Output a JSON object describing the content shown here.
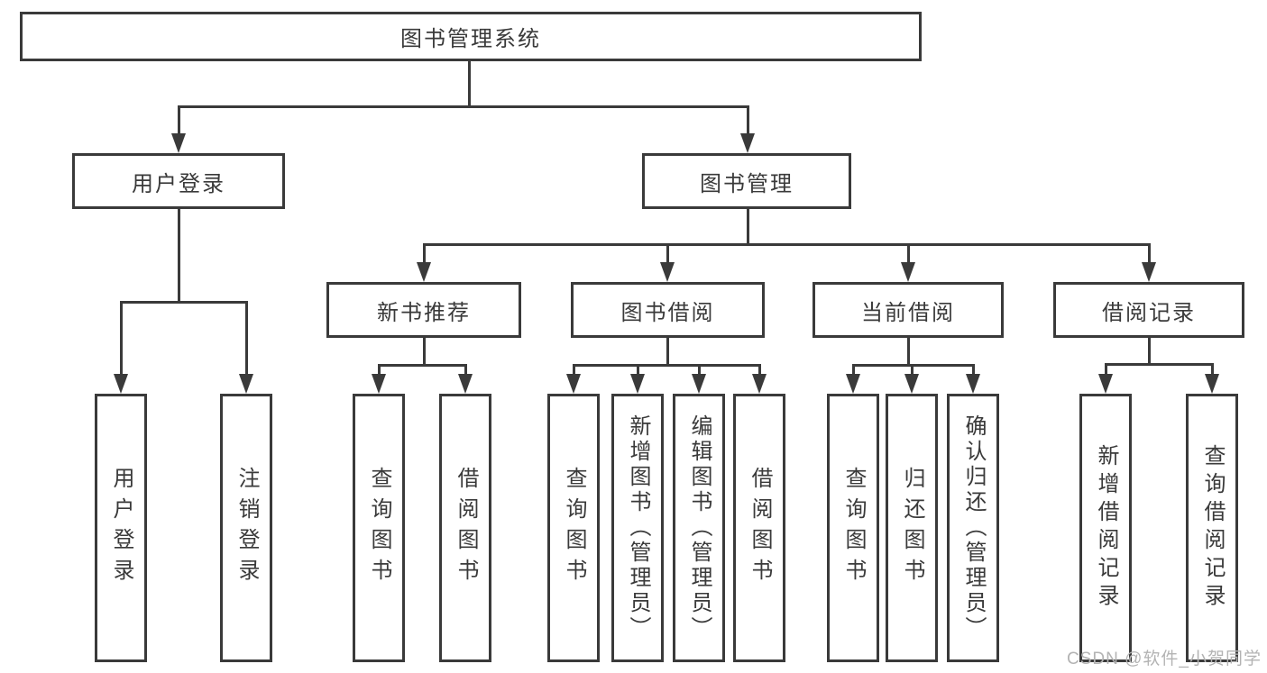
{
  "watermark": "CSDN @软件_小贺同学",
  "colors": {
    "line": "#3a3a3a",
    "box_border": "#3a3a3a",
    "text": "#3a3a3a",
    "background": "#ffffff",
    "watermark": "#b3b3b3"
  },
  "tree": {
    "root": {
      "label": "图书管理系统",
      "children": [
        {
          "label": "用户登录",
          "children": [
            {
              "label": "用户登录"
            },
            {
              "label": "注销登录"
            }
          ]
        },
        {
          "label": "图书管理",
          "children": [
            {
              "label": "新书推荐",
              "children": [
                {
                  "label": "查询图书"
                },
                {
                  "label": "借阅图书"
                }
              ]
            },
            {
              "label": "图书借阅",
              "children": [
                {
                  "label": "查询图书"
                },
                {
                  "label": "新增图书（管理员）"
                },
                {
                  "label": "编辑图书（管理员）"
                },
                {
                  "label": "借阅图书"
                }
              ]
            },
            {
              "label": "当前借阅",
              "children": [
                {
                  "label": "查询图书"
                },
                {
                  "label": "归还图书"
                },
                {
                  "label": "确认归还（管理员）"
                }
              ]
            },
            {
              "label": "借阅记录",
              "children": [
                {
                  "label": "新增借阅记录"
                },
                {
                  "label": "查询借阅记录"
                }
              ]
            }
          ]
        }
      ]
    }
  }
}
